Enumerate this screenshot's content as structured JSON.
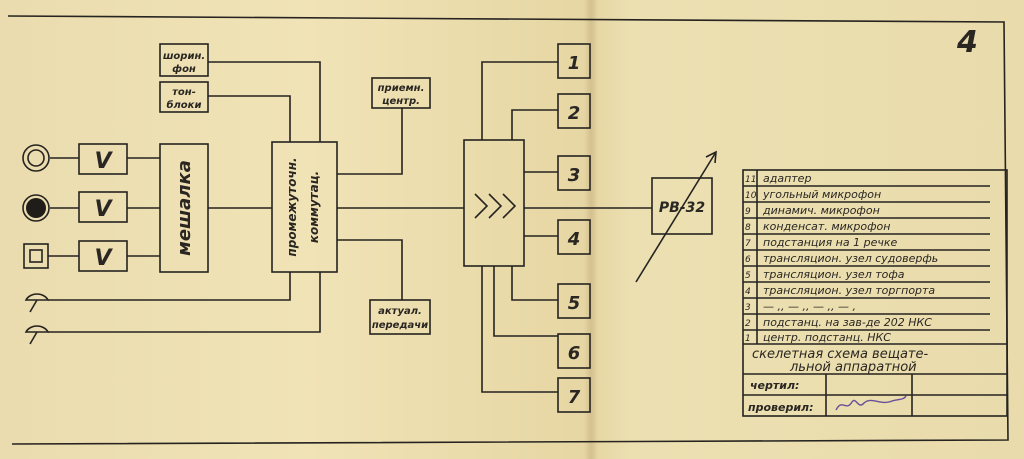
{
  "page": {
    "number": "4"
  },
  "sources": {
    "shumofon": [
      "шорин.",
      "фон"
    ],
    "tonblok": [
      "тон-",
      "блоки"
    ]
  },
  "blocks": {
    "mixer": "мешалка",
    "commutator": [
      "промежуточн.",
      "коммутац."
    ],
    "receive_center": [
      "приемн.",
      "центр."
    ],
    "actual_transmission": [
      "актуал.",
      "передачи"
    ],
    "amplifier_symbol": "≫",
    "regulator": "РВ-32",
    "amp_symbol": "V"
  },
  "outputs": [
    "1",
    "2",
    "3",
    "4",
    "5",
    "6",
    "7"
  ],
  "legend": {
    "rows": [
      {
        "num": "11",
        "text": "адаптер"
      },
      {
        "num": "10",
        "text": "угольный микрофон"
      },
      {
        "num": "9",
        "text": "динамич. микрофон"
      },
      {
        "num": "8",
        "text": "конденсат. микрофон"
      },
      {
        "num": "7",
        "text": "подстанция на 1 речке"
      },
      {
        "num": "6",
        "text": "трансляцион. узел судоверфь"
      },
      {
        "num": "5",
        "text": "трансляцион. узел тофа"
      },
      {
        "num": "4",
        "text": "трансляцион. узел торгпорта"
      },
      {
        "num": "3",
        "text": "— ‚‚ — ‚‚ — ‚‚ — ‚"
      },
      {
        "num": "2",
        "text": "подстанц. на зав-де 202 НКС"
      },
      {
        "num": "1",
        "text": "центр. подстанц. НКС"
      }
    ],
    "title_line1": "скелетная схема вещате-",
    "title_line2": "льной аппаратной",
    "drawn_label": "чертил:",
    "checked_label": "проверил:"
  },
  "colors": {
    "ink": "#262320",
    "paper": "#ecdfae",
    "signature": "#6a4f9a"
  }
}
